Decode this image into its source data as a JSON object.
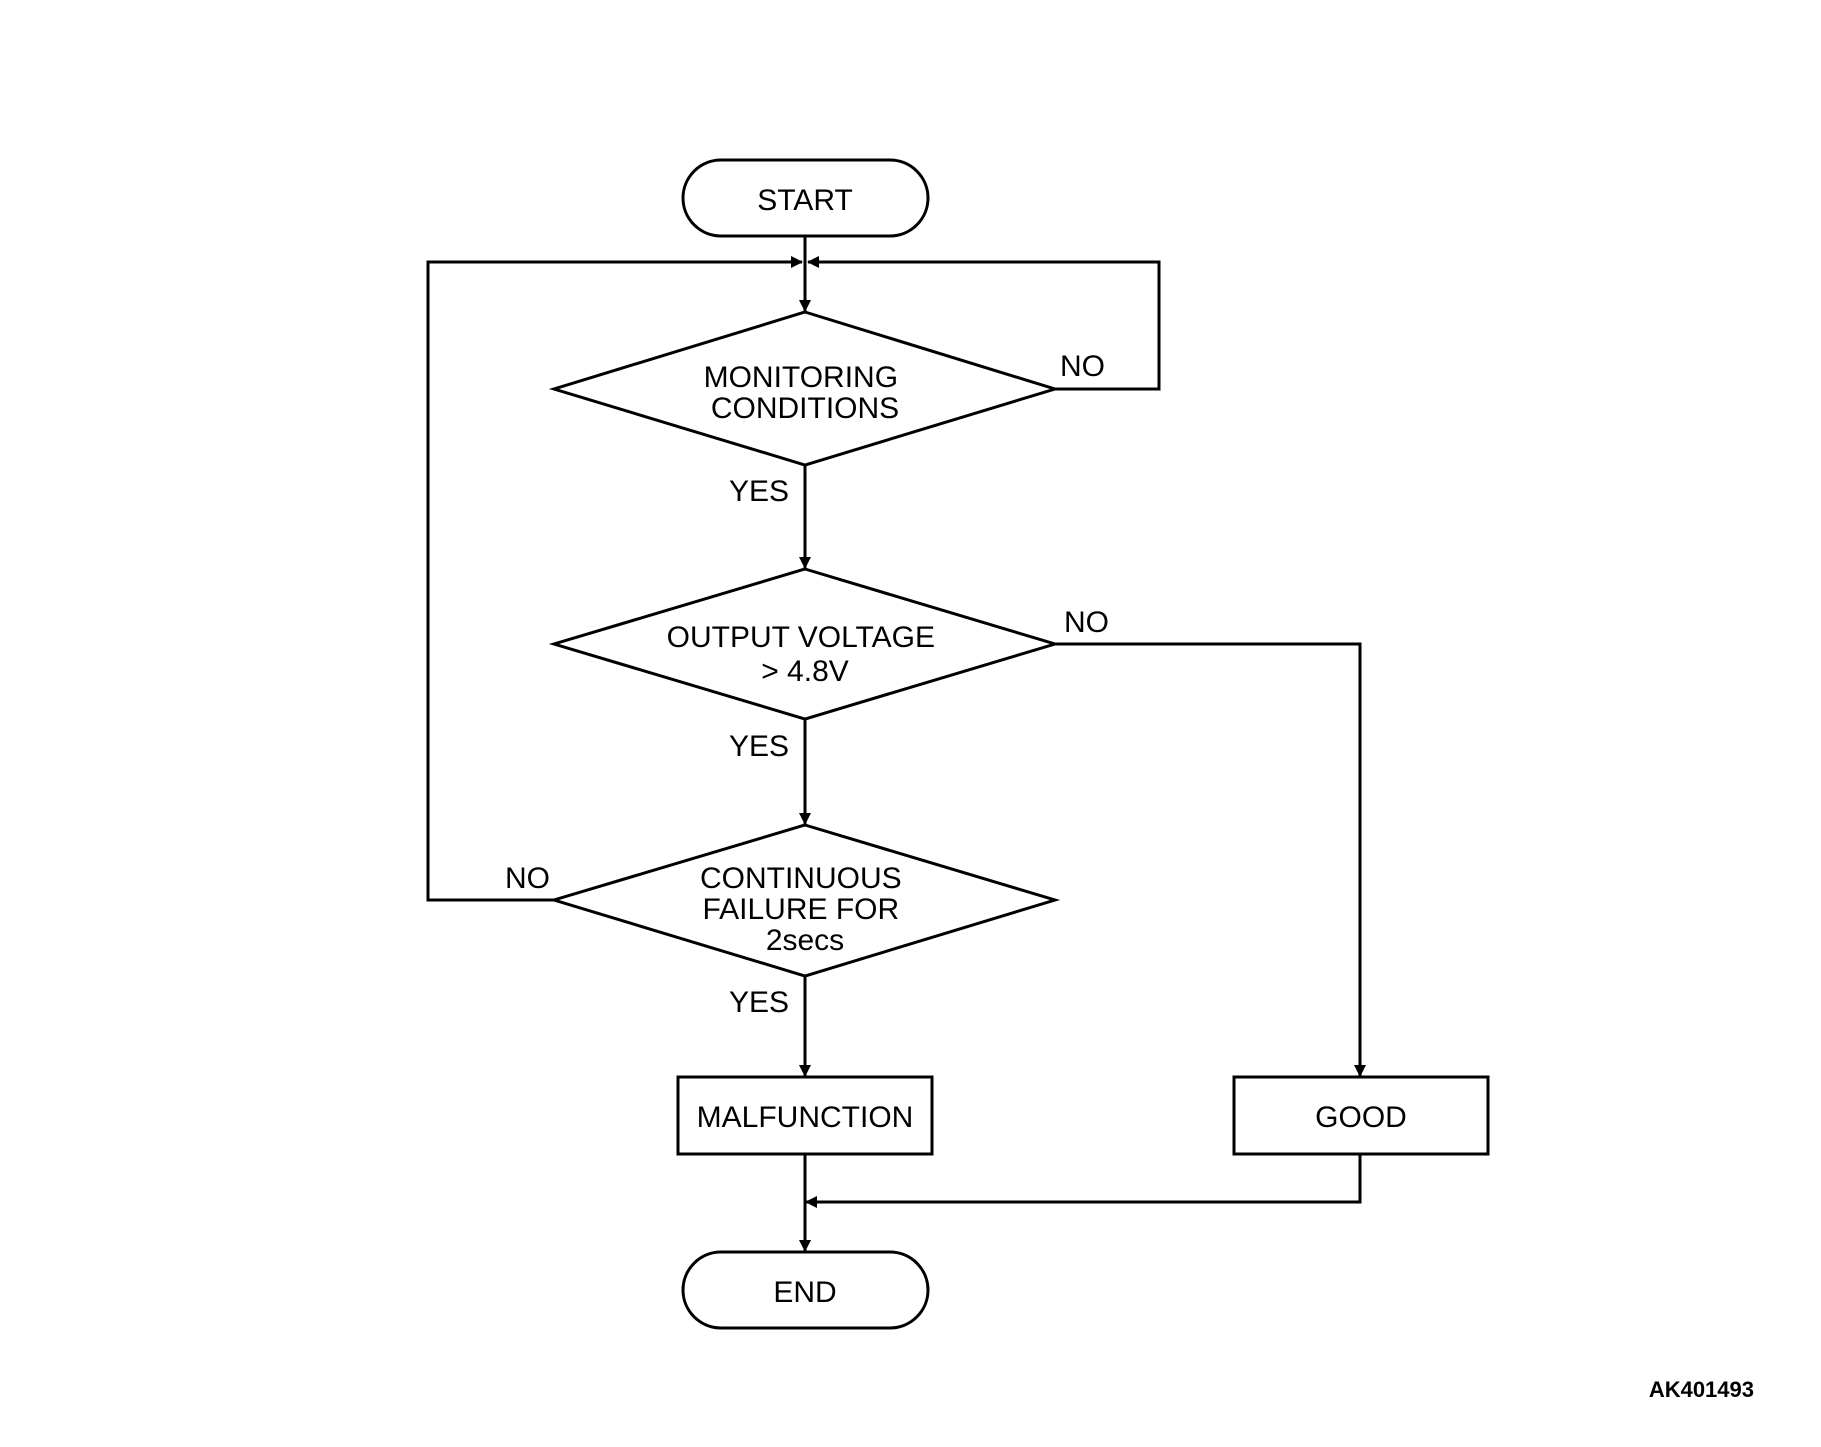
{
  "terminals": {
    "start": "START",
    "end": "END"
  },
  "decisions": {
    "monitoring": [
      "MONITORING",
      "CONDITIONS"
    ],
    "voltage": [
      "OUTPUT VOLTAGE",
      "> 4.8V"
    ],
    "continuous": [
      "CONTINUOUS",
      "FAILURE FOR",
      "2secs"
    ]
  },
  "processes": {
    "malfunction": "MALFUNCTION",
    "good": "GOOD"
  },
  "branch_labels": {
    "yes": "YES",
    "no": "NO"
  },
  "figure_code": "AK401493"
}
